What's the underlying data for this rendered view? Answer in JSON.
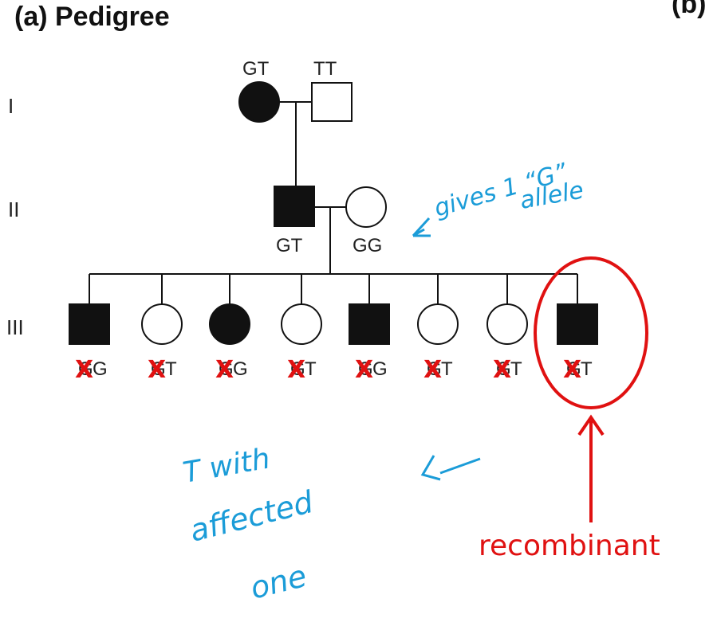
{
  "panel_a_title": "(a) Pedigree",
  "panel_b_title": "(b)",
  "generations": [
    "I",
    "II",
    "III"
  ],
  "gen1": {
    "mother": {
      "sex": "female",
      "affected": true,
      "genotype": "GT"
    },
    "father": {
      "sex": "male",
      "affected": false,
      "genotype": "TT"
    }
  },
  "gen2": {
    "father": {
      "sex": "male",
      "affected": true,
      "genotype": "GT"
    },
    "mother": {
      "sex": "female",
      "affected": false,
      "genotype": "GG"
    }
  },
  "gen3": [
    {
      "sex": "male",
      "affected": true,
      "genotype": "GG",
      "crossed_letter": "G",
      "shown_rest": "G"
    },
    {
      "sex": "female",
      "affected": false,
      "genotype": "GT",
      "crossed_letter": "G",
      "shown_rest": "T"
    },
    {
      "sex": "female",
      "affected": true,
      "genotype": "GG",
      "crossed_letter": "G",
      "shown_rest": "G"
    },
    {
      "sex": "female",
      "affected": false,
      "genotype": "GT",
      "crossed_letter": "G",
      "shown_rest": "T"
    },
    {
      "sex": "male",
      "affected": true,
      "genotype": "GG",
      "crossed_letter": "G",
      "shown_rest": "G"
    },
    {
      "sex": "female",
      "affected": false,
      "genotype": "GT",
      "crossed_letter": "G",
      "shown_rest": "T"
    },
    {
      "sex": "female",
      "affected": false,
      "genotype": "GT",
      "crossed_letter": "G",
      "shown_rest": "T"
    },
    {
      "sex": "male",
      "affected": true,
      "genotype": "GT",
      "crossed_letter": "G",
      "shown_rest": "T"
    }
  ],
  "cross_mark": "X",
  "annotations": {
    "gives_g_line1": "gives 1 “G”",
    "gives_g_line2": "allele",
    "t_with_line1": "T with",
    "t_with_line2": "affected",
    "t_with_line3": "one",
    "recombinant": "recombinant"
  },
  "colors": {
    "ink": "#111111",
    "handwriting": "#1b9cd8",
    "highlight": "#e01111"
  }
}
